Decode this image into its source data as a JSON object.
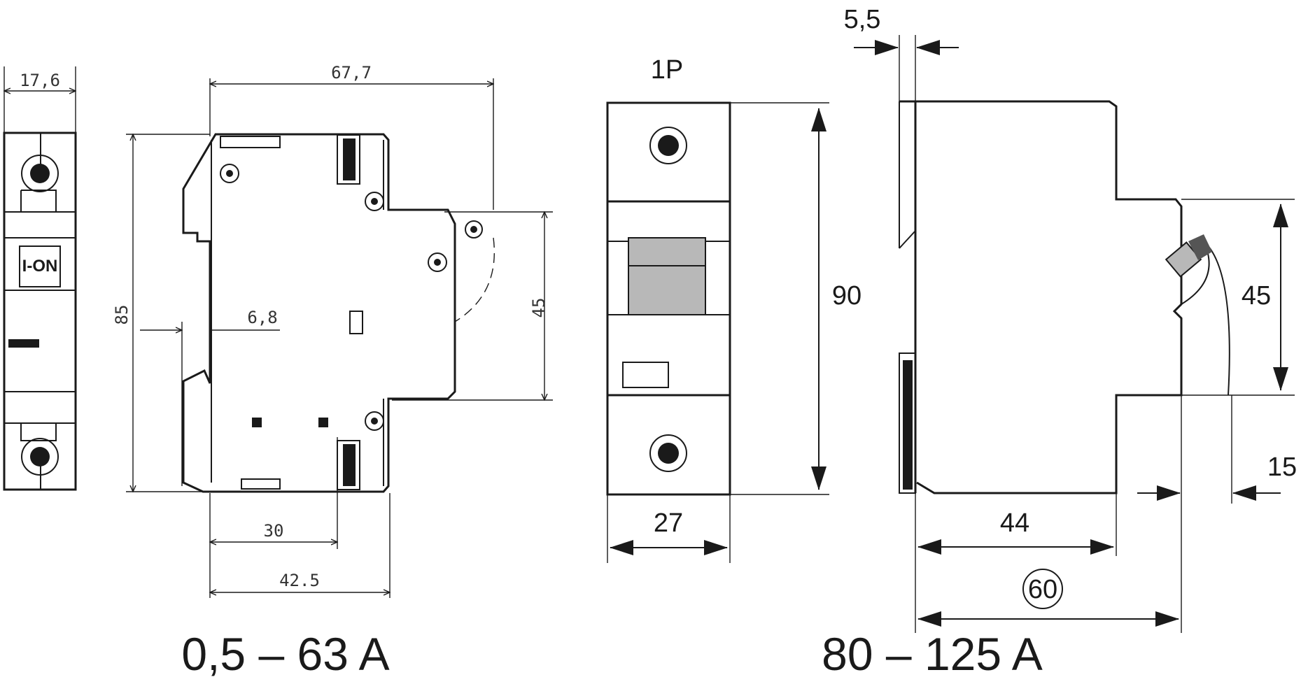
{
  "left_drawing": {
    "width_17_6": "17,6",
    "depth_67_7": "67,7",
    "height_85": "85",
    "offset_6_8": "6,8",
    "window_45": "45",
    "rail_30": "30",
    "depth_42_5": "42.5",
    "front_label": "I-ON",
    "range_label": "0,5 – 63 A"
  },
  "middle_drawing": {
    "poles_label": "1P",
    "height_90": "90",
    "width_27": "27"
  },
  "right_drawing": {
    "offset_5_5": "5,5",
    "window_45": "45",
    "offset_15": "15",
    "depth_44": "44",
    "depth_60": "60",
    "range_label": "80 – 125 A"
  }
}
